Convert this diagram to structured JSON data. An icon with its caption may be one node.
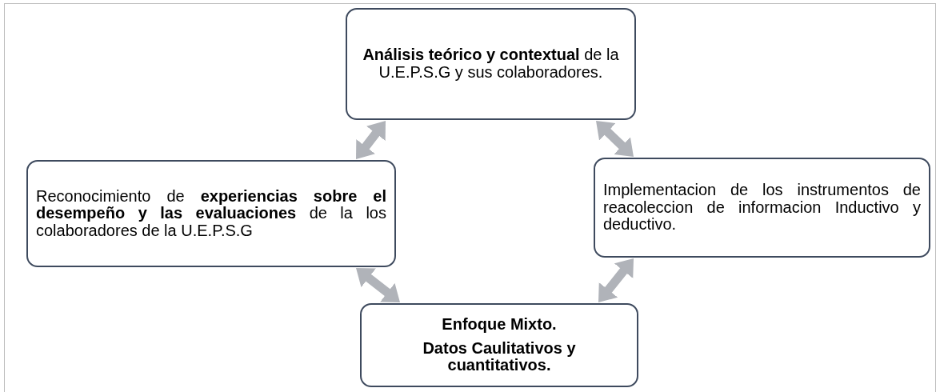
{
  "diagram": {
    "nodes": [
      {
        "text": [
          "**Análisis teórico y contextual** de la U.E.P.S.G y sus colaboradores."
        ]
      },
      {
        "text": [
          "Reconocimiento de **experiencias sobre el desempeño y las evaluaciones** de la los colaboradores de la U.E.P.S.G"
        ]
      },
      {
        "text": [
          "Implementacion de los instrumentos de reacoleccion de informacion Inductivo y deductivo."
        ]
      },
      {
        "text": [
          "Enfoque Mixto.",
          "Datos Caulitativos y cuantitativos."
        ]
      }
    ],
    "edges": [
      {
        "from": 0,
        "to": 1,
        "arrow": "both"
      },
      {
        "from": 0,
        "to": 2,
        "arrow": "both"
      },
      {
        "from": 1,
        "to": 3,
        "arrow": "both"
      },
      {
        "from": 2,
        "to": 3,
        "arrow": "both"
      }
    ]
  }
}
